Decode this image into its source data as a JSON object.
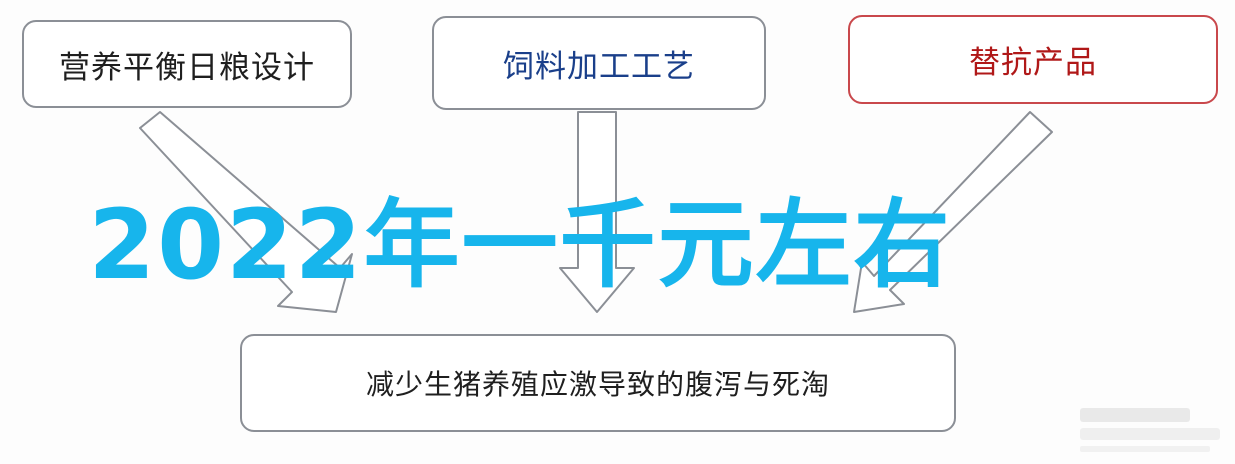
{
  "diagram": {
    "top_boxes": [
      {
        "label": "营养平衡日粮设计",
        "color": "#1f1f1f"
      },
      {
        "label": "饲料加工工艺",
        "color": "#1a3f8a"
      },
      {
        "label": "替抗产品",
        "color": "#b01818"
      }
    ],
    "bottom_box": {
      "label": "减少生猪养殖应激导致的腹泻与死淘"
    },
    "overlay_text": "2022年一千元左右",
    "accent_color": "#17b5ec",
    "arrow_color": "#8b8f96"
  }
}
